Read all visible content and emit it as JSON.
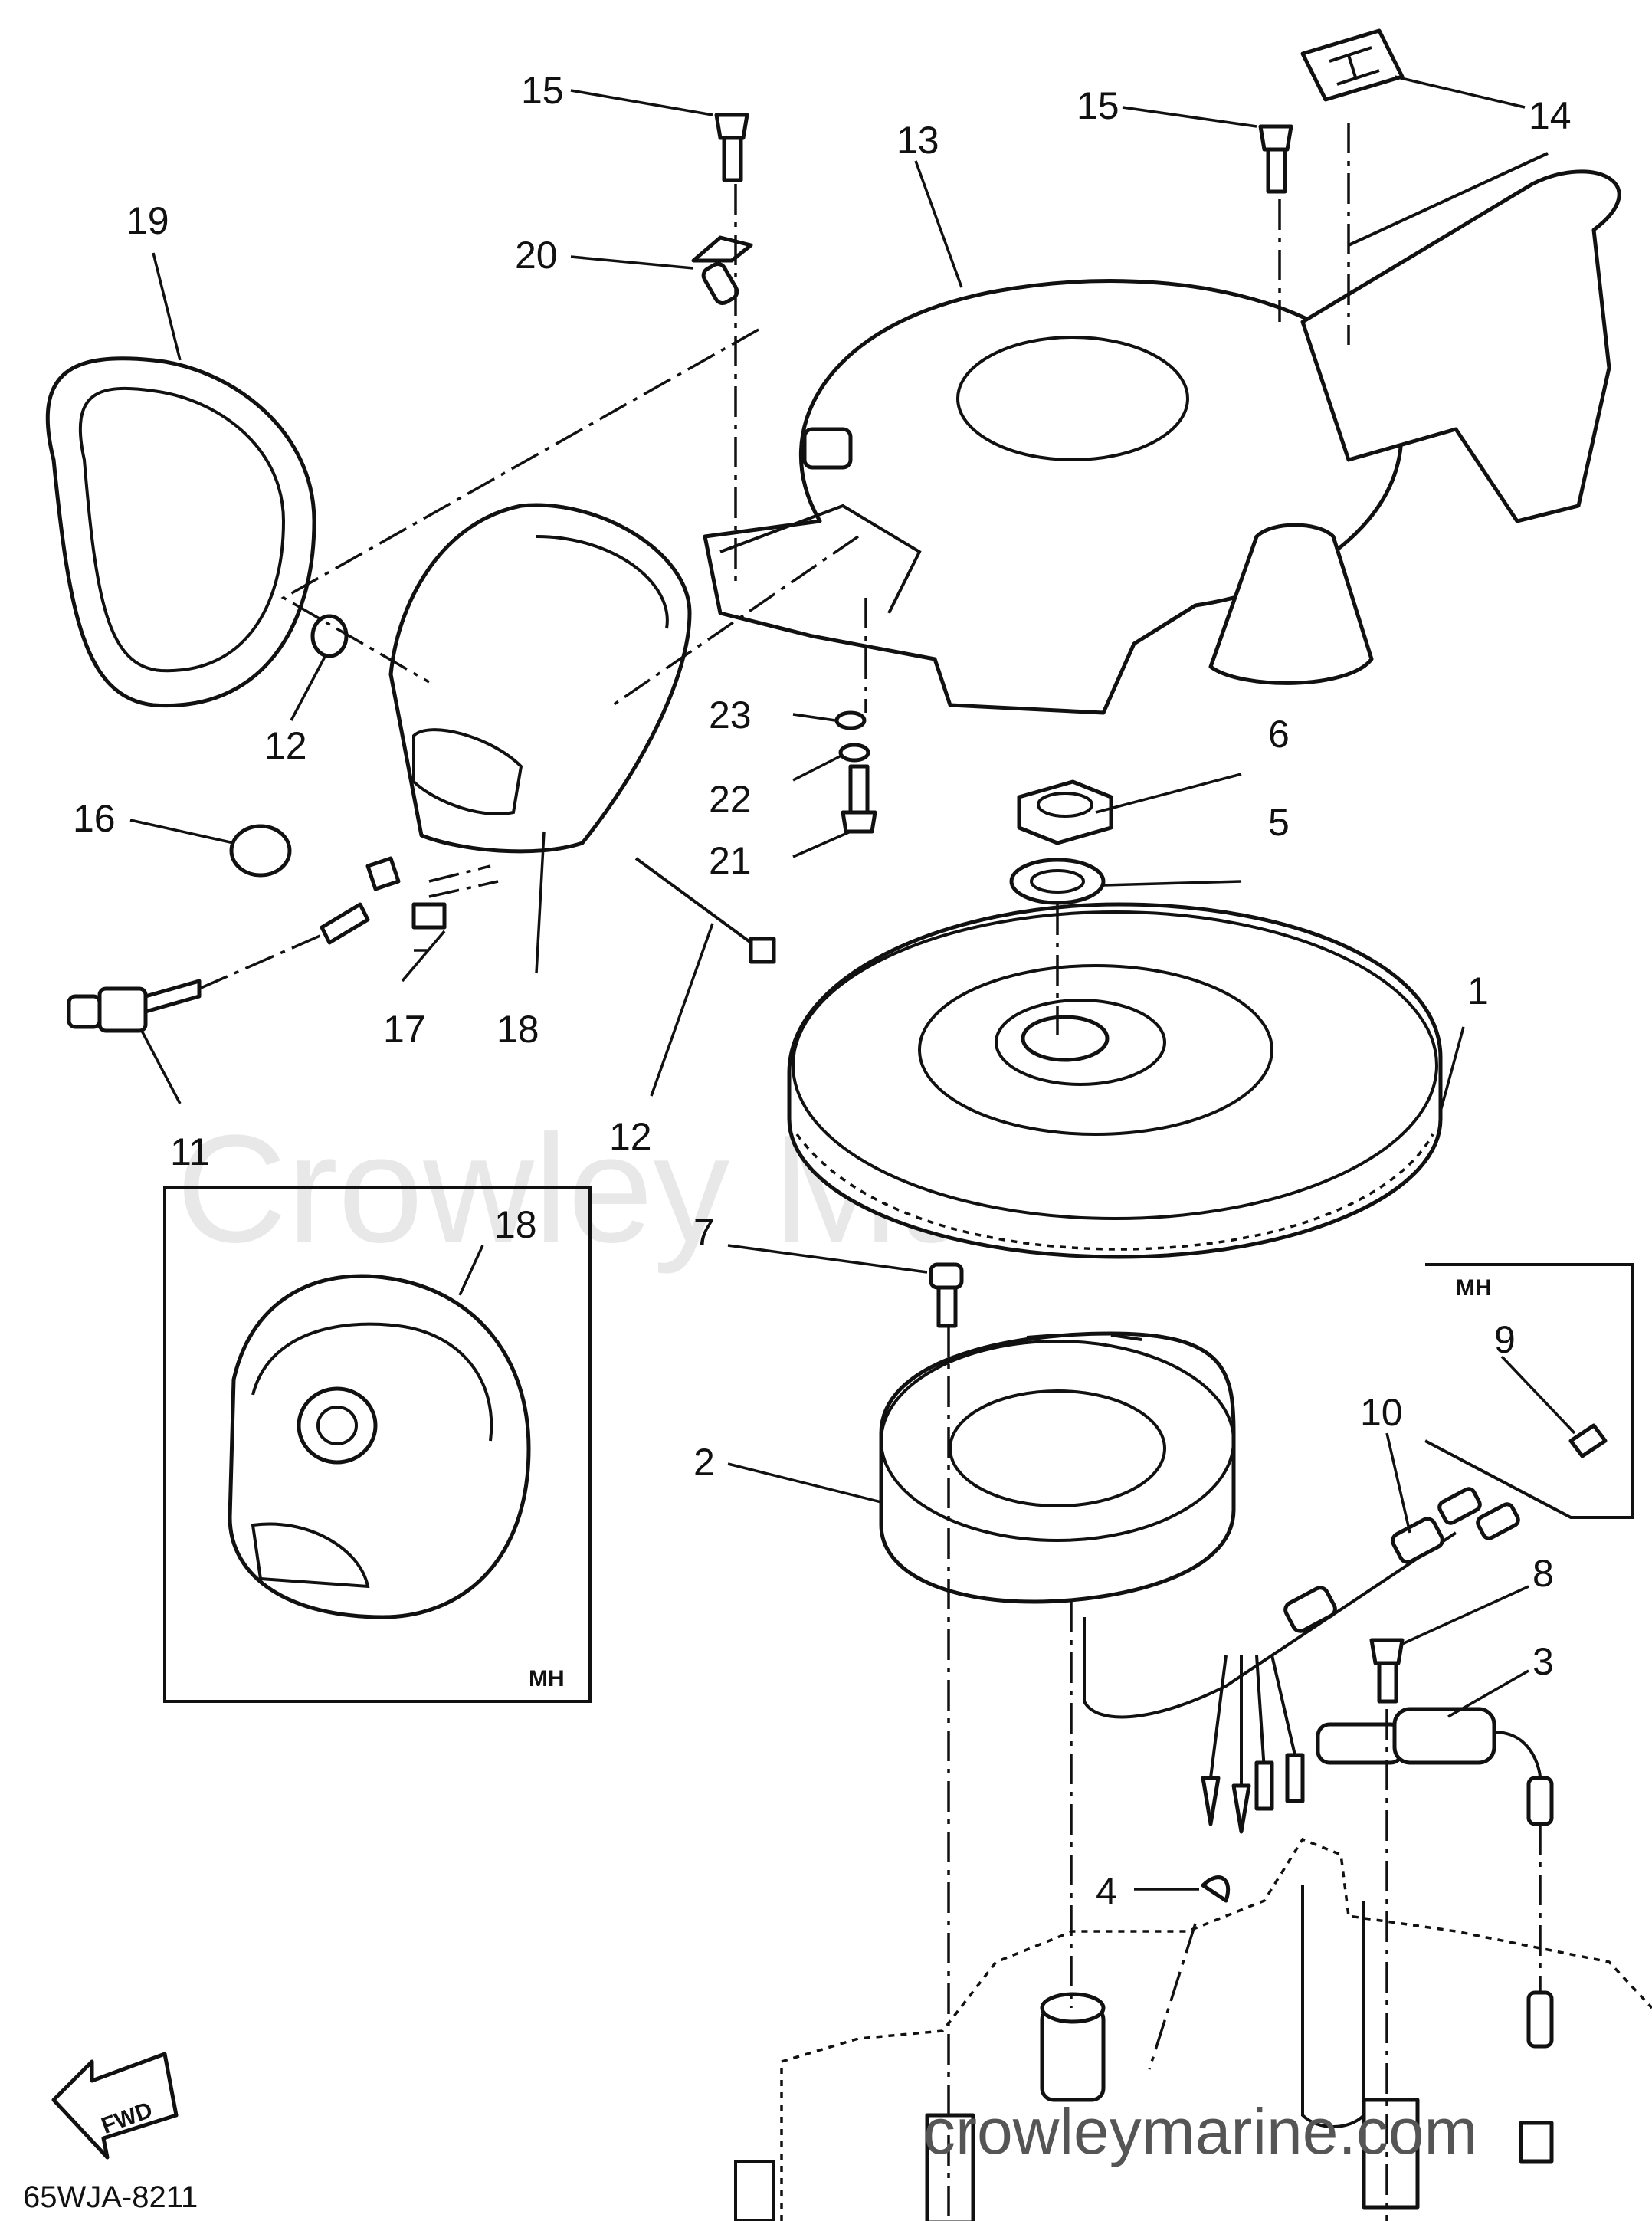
{
  "watermark": "Crowley Marine",
  "footer_watermark": "crowleymarine.com",
  "drawing_code": "65WJA-8211",
  "fwd_arrow": "FWD",
  "inset_labels": {
    "mh_top": "MH",
    "mh_right": "MH"
  },
  "callouts": {
    "c1": "1",
    "c2": "2",
    "c3": "3",
    "c4": "4",
    "c5": "5",
    "c6": "6",
    "c7": "7",
    "c8": "8",
    "c9": "9",
    "c10": "10",
    "c11": "11",
    "c12a": "12",
    "c12b": "12",
    "c13": "13",
    "c14": "14",
    "c15a": "15",
    "c15b": "15",
    "c16": "16",
    "c17": "17",
    "c18a": "18",
    "c18b": "18",
    "c19": "19",
    "c20": "20",
    "c21": "21",
    "c22": "22",
    "c23": "23"
  }
}
